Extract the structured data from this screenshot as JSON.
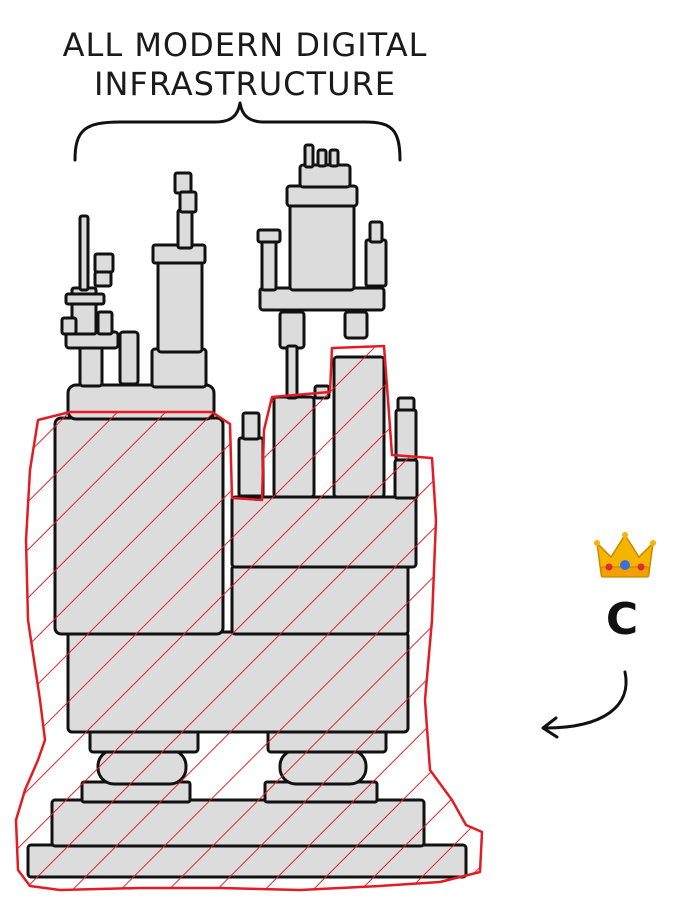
{
  "title": {
    "line1": "ALL MODERN DIGITAL",
    "line2": "INFRASTRUCTURE"
  },
  "annotation": {
    "label": "C",
    "badge_icon": "crown-icon",
    "pointer_icon": "curved-arrow-icon"
  },
  "colors": {
    "block_fill": "#dcdcdc",
    "ink": "#111111",
    "highlight": "#e31b23",
    "crown_gold": "#f5b400",
    "crown_gem_red": "#e0283c",
    "crown_gem_blue": "#3b6fe0"
  }
}
